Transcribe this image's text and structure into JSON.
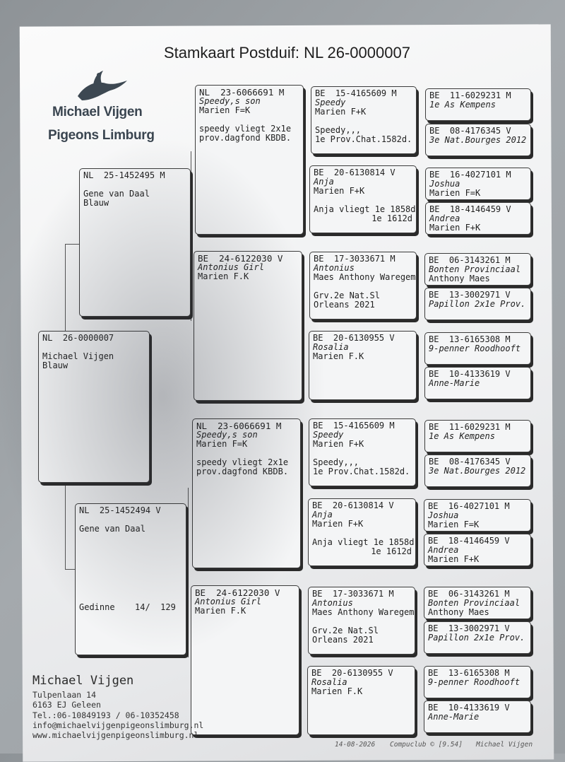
{
  "title": "Stamkaart Postduif: NL  26-0000007",
  "logo": {
    "line1": "Michael Vijgen",
    "line2": "Pigeons Limburg",
    "icon": "pigeon-logo-icon"
  },
  "subject": {
    "id": "NL  26-0000007",
    "name": "Michael Vijgen",
    "color": "Blauw"
  },
  "sire": {
    "id": "NL  25-1452495 M",
    "name": "Gene van Daal",
    "color": "Blauw"
  },
  "dam": {
    "id": "NL  25-1452494 V",
    "name": "Gene van Daal",
    "note_left": "Gedinne",
    "note_right": "14/  129"
  },
  "g2": [
    {
      "id": "NL  23-6066691 M",
      "name": "Speedy,s son",
      "breeder": "Marien F=K",
      "note1": "speedy vliegt 2x1e",
      "note2": "prov.dagfond KBDB."
    },
    {
      "id": "BE  24-6122030 V",
      "name": "Antonius Girl",
      "breeder": "Marien F.K"
    },
    {
      "id": "NL  23-6066691 M",
      "name": "Speedy,s son",
      "breeder": "Marien F=K",
      "note1": "speedy vliegt 2x1e",
      "note2": "prov.dagfond KBDB."
    },
    {
      "id": "BE  24-6122030 V",
      "name": "Antonius Girl",
      "breeder": "Marien F.K"
    }
  ],
  "g3": [
    {
      "id": "BE  15-4165609 M",
      "name": "Speedy",
      "breeder": "Marien F+K",
      "note1": "Speedy,,,",
      "note2": "1e Prov.Chat.1582d."
    },
    {
      "id": "BE  20-6130814 V",
      "name": "Anja",
      "breeder": "Marien F+K",
      "note1": "Anja vliegt 1e 1858d",
      "note2": "1e 1612d"
    },
    {
      "id": "BE  17-3033671 M",
      "name": "Antonius",
      "breeder": "Maes Anthony Waregem",
      "note1": "Grv.2e Nat.Sl",
      "note2": "Orleans 2021"
    },
    {
      "id": "BE  20-6130955 V",
      "name": "Rosalia",
      "breeder": "Marien F.K"
    },
    {
      "id": "BE  15-4165609 M",
      "name": "Speedy",
      "breeder": "Marien F+K",
      "note1": "Speedy,,,",
      "note2": "1e Prov.Chat.1582d."
    },
    {
      "id": "BE  20-6130814 V",
      "name": "Anja",
      "breeder": "Marien F+K",
      "note1": "Anja vliegt 1e 1858d",
      "note2": "1e 1612d"
    },
    {
      "id": "BE  17-3033671 M",
      "name": "Antonius",
      "breeder": "Maes Anthony Waregem",
      "note1": "Grv.2e Nat.Sl",
      "note2": "Orleans 2021"
    },
    {
      "id": "BE  20-6130955 V",
      "name": "Rosalia",
      "breeder": "Marien F.K"
    }
  ],
  "g4": [
    {
      "id": "BE  11-6029231 M",
      "name": "1e As Kempens"
    },
    {
      "id": "BE  08-4176345 V",
      "name": "3e Nat.Bourges 2012"
    },
    {
      "id": "BE  16-4027101 M",
      "name": "Joshua",
      "breeder": "Marien F=K"
    },
    {
      "id": "BE  18-4146459 V",
      "name": "Andrea",
      "breeder": "Marien F+K"
    },
    {
      "id": "BE  06-3143261 M",
      "name": "Bonten Provinciaal",
      "breeder": "Anthony Maes"
    },
    {
      "id": "BE  13-3002971 V",
      "name": "Papillon 2x1e Prov."
    },
    {
      "id": "BE  13-6165308 M",
      "name": "9-penner Roodhooft"
    },
    {
      "id": "BE  10-4133619 V",
      "name": "Anne-Marie"
    },
    {
      "id": "BE  11-6029231 M",
      "name": "1e As Kempens"
    },
    {
      "id": "BE  08-4176345 V",
      "name": "3e Nat.Bourges 2012"
    },
    {
      "id": "BE  16-4027101 M",
      "name": "Joshua",
      "breeder": "Marien F=K"
    },
    {
      "id": "BE  18-4146459 V",
      "name": "Andrea",
      "breeder": "Marien F+K"
    },
    {
      "id": "BE  06-3143261 M",
      "name": "Bonten Provinciaal",
      "breeder": "Anthony Maes"
    },
    {
      "id": "BE  13-3002971 V",
      "name": "Papillon 2x1e Prov."
    },
    {
      "id": "BE  13-6165308 M",
      "name": "9-penner Roodhooft"
    },
    {
      "id": "BE  10-4133619 V",
      "name": "Anne-Marie"
    }
  ],
  "owner": {
    "name": "Michael Vijgen",
    "street": "Tulpenlaan 14",
    "city": "6163 EJ  Geleen",
    "phone": "Tel.:06-10849193 / 06-10352458",
    "email": "info@michaelvijgenpigeonslimburg.nl",
    "web": "www.michaelvijgenpigeonslimburg.nl"
  },
  "footer": {
    "date": "14-08-2026",
    "software": "Compuclub © [9.54]",
    "user": "Michael Vijgen"
  }
}
